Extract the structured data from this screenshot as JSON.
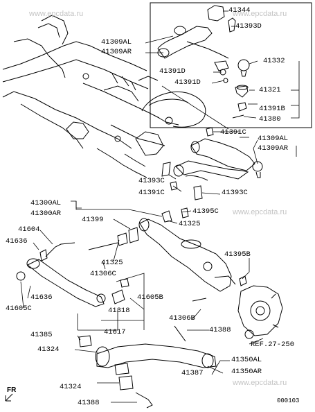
{
  "watermarks": [
    "www.epcdata.ru",
    "www.epcdata.ru",
    "www.epcdata.ru",
    "www.epcdata.ru"
  ],
  "diagram_code": "000103",
  "direction_marker": "FR",
  "labels": {
    "p41344": "41344",
    "p41393D": "41393D",
    "p41309AL_top": "41309AL",
    "p41309AR_top": "41309AR",
    "p41332": "41332",
    "p41391D_a": "41391D",
    "p41321": "41321",
    "p41391D_b": "41391D",
    "p41391B": "41391B",
    "p41380": "41380",
    "p41391C_a": "41391C",
    "p41309AL_r": "41309AL",
    "p41309AR_r": "41309AR",
    "p41393C_a": "41393C",
    "p41391C_b": "41391C",
    "p41393C_b": "41393C",
    "p41300AL": "41300AL",
    "p41300AR": "41300AR",
    "p41395C": "41395C",
    "p41399": "41399",
    "p41325_a": "41325",
    "p41604": "41604",
    "p41636_a": "41636",
    "p41325_b": "41325",
    "p41395B": "41395B",
    "p41306C": "41306C",
    "p41636_b": "41636",
    "p41605B": "41605B",
    "p41605C": "41605C",
    "p41318": "41318",
    "p41306B": "41306B",
    "p41388_a": "41388",
    "p41617": "41617",
    "p41385": "41385",
    "ref": "REF.27-250",
    "p41324_a": "41324",
    "p41350AL": "41350AL",
    "p41387": "41387",
    "p41350AR": "41350AR",
    "p41324_b": "41324",
    "p41388_b": "41388"
  }
}
